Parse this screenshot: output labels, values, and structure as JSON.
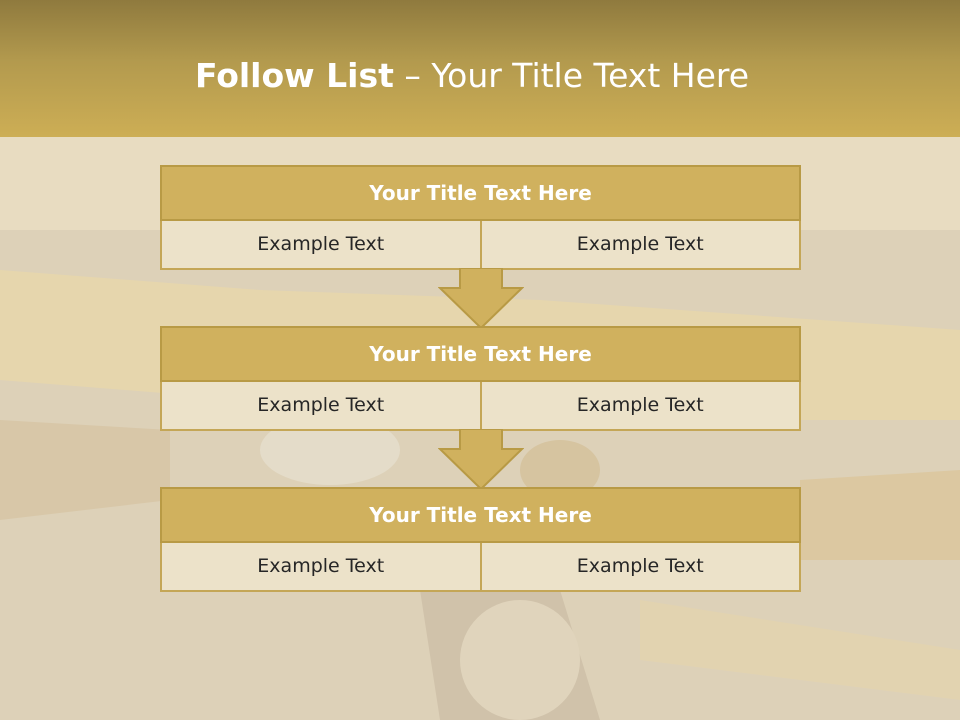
{
  "slide": {
    "title_bold": "Follow List",
    "title_rest": "  – Your Title Text Here"
  },
  "blocks": [
    {
      "title": "Your Title Text Here",
      "left": "Example Text",
      "right": "Example Text"
    },
    {
      "title": "Your Title Text Here",
      "left": "Example Text",
      "right": "Example Text"
    },
    {
      "title": "Your Title Text Here",
      "left": "Example Text",
      "right": "Example Text"
    }
  ],
  "colors": {
    "title_bar": "#c8a956",
    "block_title": "#d0b15e",
    "cell": "#ece2c9",
    "arrow": "#d0b15e"
  }
}
